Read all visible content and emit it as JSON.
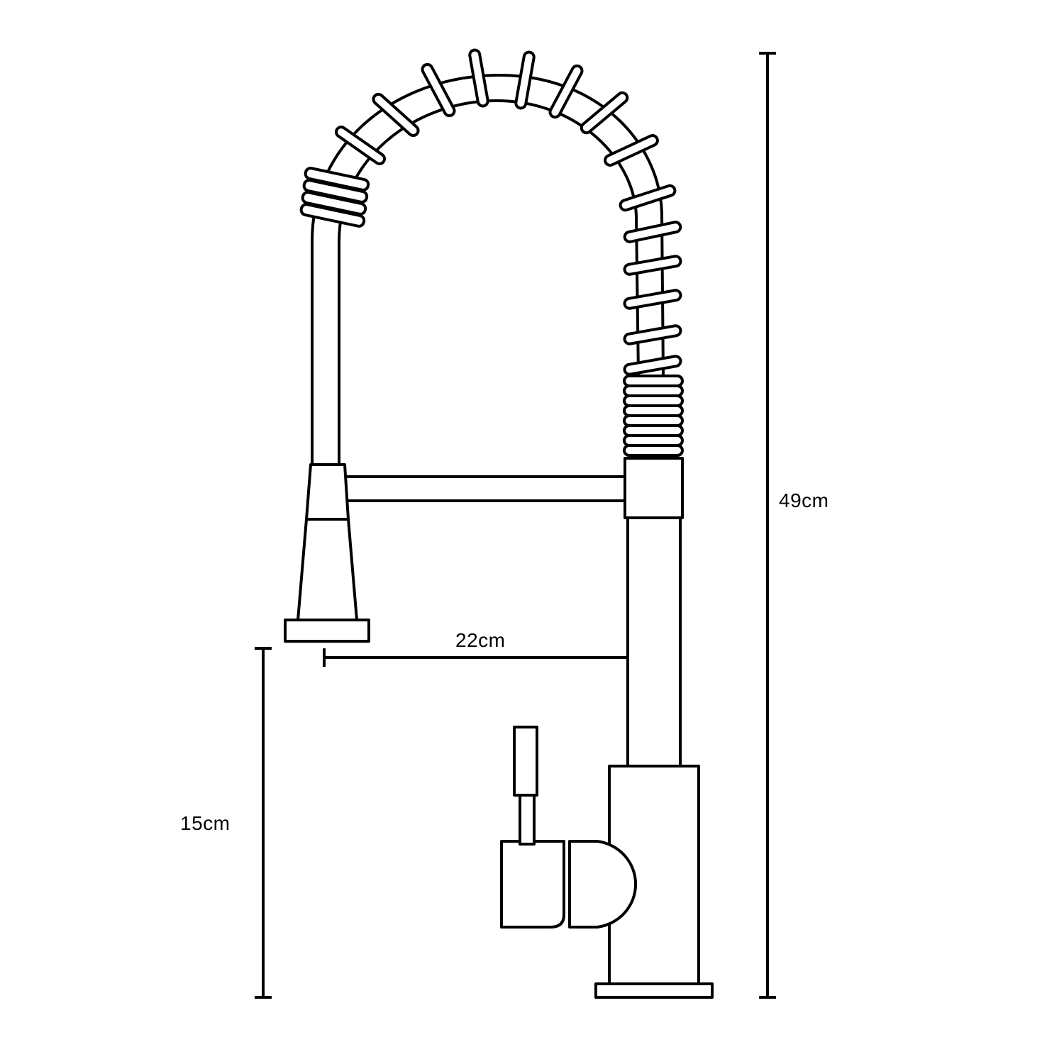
{
  "dimensions": {
    "total_height": "49cm",
    "spout_reach": "22cm",
    "spout_clearance": "15cm"
  },
  "colors": {
    "line": "#000000",
    "background": "#ffffff"
  }
}
